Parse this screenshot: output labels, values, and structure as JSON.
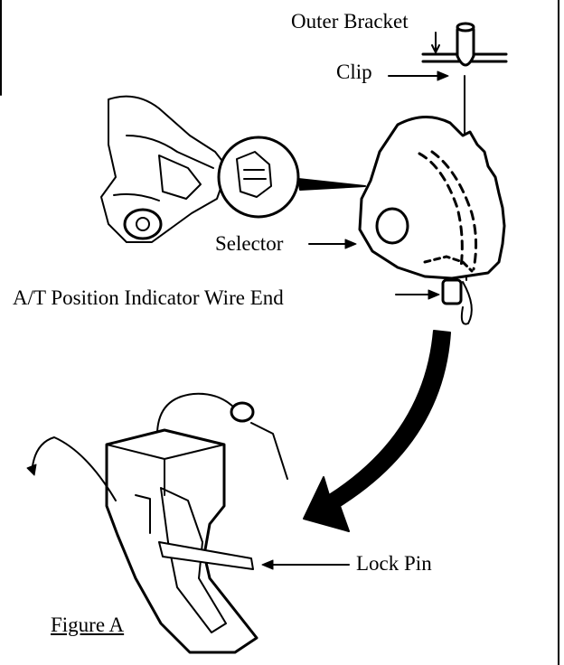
{
  "labels": {
    "outer_bracket": "Outer Bracket",
    "clip": "Clip",
    "selector": "Selector",
    "wire_end": "A/T Position Indicator Wire End",
    "lock_pin": "Lock Pin",
    "figure": "Figure A"
  }
}
